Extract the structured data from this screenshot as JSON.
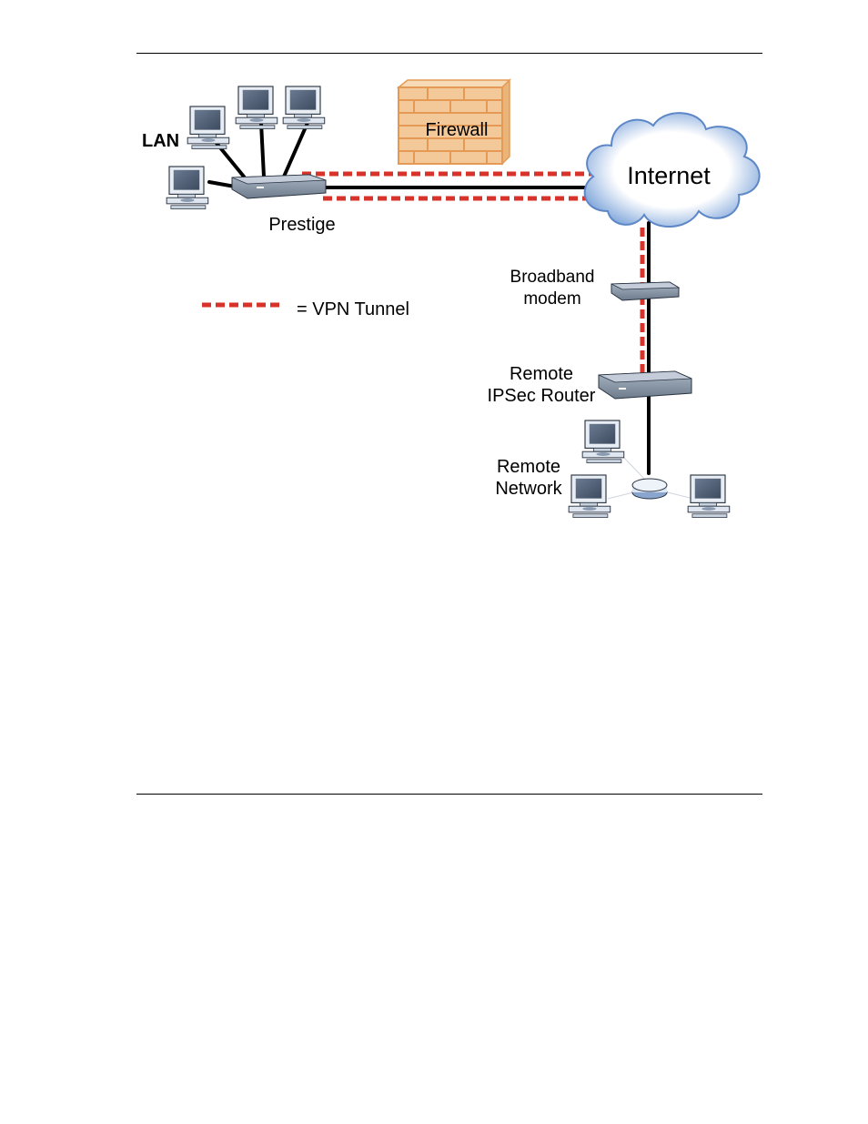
{
  "diagram": {
    "labels": {
      "lan": "LAN",
      "firewall": "Firewall",
      "internet": "Internet",
      "prestige": "Prestige",
      "legend": "= VPN Tunnel",
      "broadband_line1": "Broadband",
      "broadband_line2": "modem",
      "remote_router_line1": "Remote",
      "remote_router_line2": "IPSec Router",
      "remote_network_line1": "Remote",
      "remote_network_line2": "Network"
    },
    "colors": {
      "vpn_tunnel": "#d8332a",
      "firewall_brick": "#f3c999",
      "firewall_mortar": "#e49a55",
      "cloud_fill": "#ffffff",
      "cloud_edge": "#7fa6d9",
      "device_body": "#8e9cad",
      "link": "#000000"
    },
    "icons": [
      "computer-icon",
      "router-icon",
      "modem-icon",
      "hub-icon",
      "firewall-icon",
      "cloud-icon"
    ]
  }
}
